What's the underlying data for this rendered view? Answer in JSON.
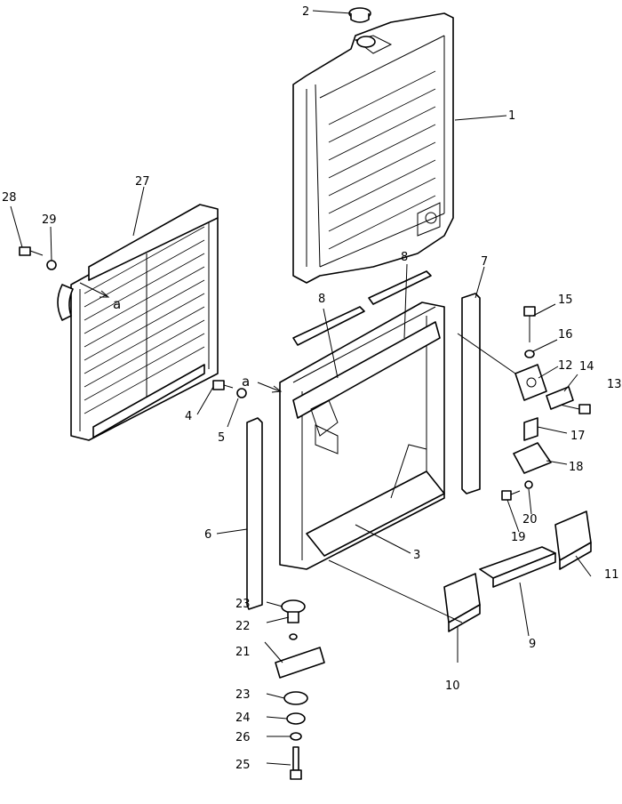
{
  "callouts": [
    {
      "id": "c1",
      "text": "1"
    },
    {
      "id": "c2",
      "text": "2"
    },
    {
      "id": "c3",
      "text": "3"
    },
    {
      "id": "c4",
      "text": "4"
    },
    {
      "id": "c5",
      "text": "5"
    },
    {
      "id": "c6",
      "text": "6"
    },
    {
      "id": "c7",
      "text": "7"
    },
    {
      "id": "c8a",
      "text": "8"
    },
    {
      "id": "c8b",
      "text": "8"
    },
    {
      "id": "c9",
      "text": "9"
    },
    {
      "id": "c10",
      "text": "10"
    },
    {
      "id": "c11",
      "text": "11"
    },
    {
      "id": "c12",
      "text": "12"
    },
    {
      "id": "c13",
      "text": "13"
    },
    {
      "id": "c14",
      "text": "14"
    },
    {
      "id": "c15",
      "text": "15"
    },
    {
      "id": "c16",
      "text": "16"
    },
    {
      "id": "c17",
      "text": "17"
    },
    {
      "id": "c18",
      "text": "18"
    },
    {
      "id": "c19",
      "text": "19"
    },
    {
      "id": "c20",
      "text": "20"
    },
    {
      "id": "c21",
      "text": "21"
    },
    {
      "id": "c22",
      "text": "22"
    },
    {
      "id": "c23a",
      "text": "23"
    },
    {
      "id": "c23b",
      "text": "23"
    },
    {
      "id": "c24",
      "text": "24"
    },
    {
      "id": "c25",
      "text": "25"
    },
    {
      "id": "c26",
      "text": "26"
    },
    {
      "id": "c27",
      "text": "27"
    },
    {
      "id": "c28",
      "text": "28"
    },
    {
      "id": "c29",
      "text": "29"
    }
  ],
  "refs": {
    "a1": "a",
    "a2": "a"
  }
}
